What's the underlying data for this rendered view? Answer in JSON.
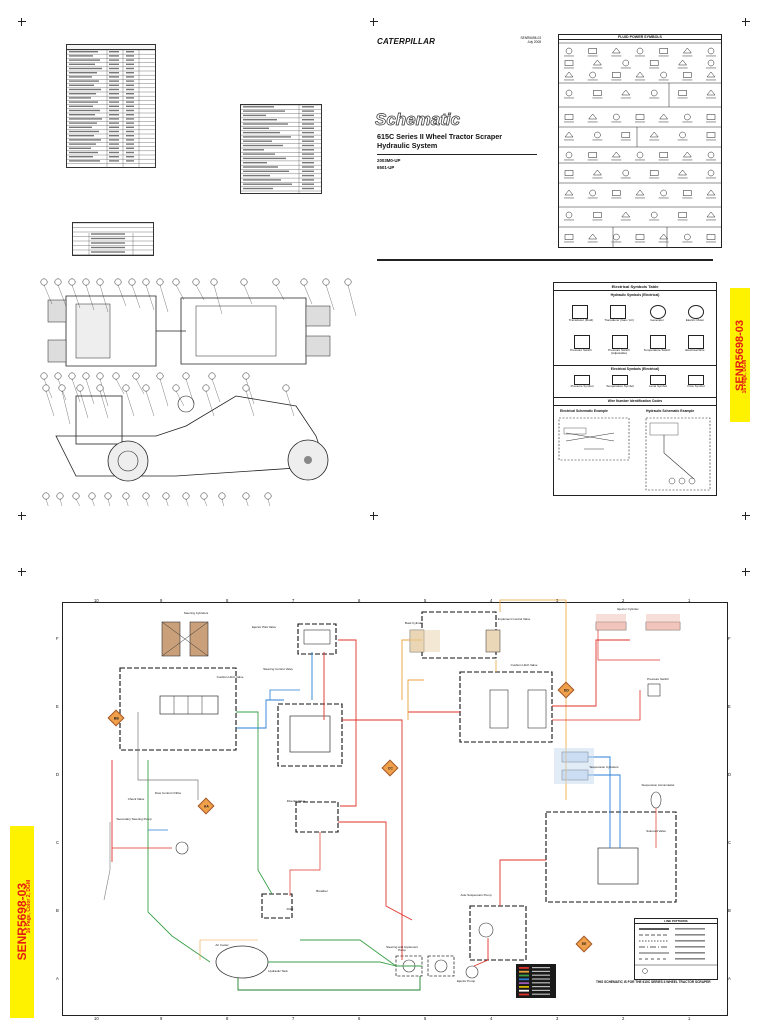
{
  "doc": {
    "doc_id": "SENR5698-03",
    "pages_note": "16 Page, DGM",
    "pages_note_bottom": "16 Page, Color 2, DGM",
    "brand": "CATERPILLAR",
    "schematic_word": "Schematic",
    "model_title_line1": "615C Series II Wheel Tractor Scraper",
    "model_title_line2": "Hydraulic System",
    "serial_line1": "2003M0-UP",
    "serial_line2": "6501-UP",
    "top_right_small": "SENR5698-03\nJuly 2008"
  },
  "fluid_panel": {
    "title": "FLUID POWER SYMBOLS"
  },
  "electrical_panel": {
    "title": "Electrical Symbols Table",
    "hydraulic_electrical": "Hydraulic Symbols (Electrical)",
    "symbols": [
      {
        "label": "Transducer (Fluid)"
      },
      {
        "label": "Transducer (Gas / Air)"
      },
      {
        "label": "Generator"
      },
      {
        "label": "Electric Motor"
      },
      {
        "label": "Pressure Switch"
      },
      {
        "label": "Pressure Switch (Adjustable)"
      },
      {
        "label": "Temperature Switch"
      },
      {
        "label": "Electrical Wire"
      }
    ],
    "electrical_electrical": "Electrical Symbols (Electrical)",
    "switches": [
      {
        "label": "Pressure Symbol"
      },
      {
        "label": "Temperature Symbol"
      },
      {
        "label": "Level Symbol"
      },
      {
        "label": "Flow Symbol"
      }
    ],
    "wire_id": "Wire Number Identification Codes",
    "elec_example": "Electrical Schematic Example",
    "hyd_example": "Hydraulic Schematic Example"
  },
  "grid": {
    "columns": [
      "10",
      "9",
      "8",
      "7",
      "6",
      "5",
      "4",
      "3",
      "2",
      "1"
    ],
    "rows": [
      "F",
      "E",
      "D",
      "C",
      "B",
      "A"
    ]
  },
  "markers": [
    {
      "id": "m-bb",
      "label": "BB"
    },
    {
      "id": "m-aa",
      "label": "AA"
    },
    {
      "id": "m-cc",
      "label": "CC"
    },
    {
      "id": "m-dd",
      "label": "DD"
    },
    {
      "id": "m-ee",
      "label": "EE"
    }
  ],
  "components": [
    {
      "label": "Steering Cylinders"
    },
    {
      "label": "Steering Control Valve"
    },
    {
      "label": "Flow Control Orifice"
    },
    {
      "label": "Check Valve"
    },
    {
      "label": "Secondary Steering Pump"
    },
    {
      "label": "Ejector Pilot Valve"
    },
    {
      "label": "Cushion Hitch Valve"
    },
    {
      "label": "Bowl Cylinder"
    },
    {
      "label": "Implement Control Valve"
    },
    {
      "label": "Pressure Switch"
    },
    {
      "label": "Ejector Cylinder"
    },
    {
      "label": "Suspension Cylinders"
    },
    {
      "label": "Suspension Accumulator"
    },
    {
      "label": "Cushion Hitch Valve"
    },
    {
      "label": "Solenoid Valve"
    },
    {
      "label": "Diverter Valve"
    },
    {
      "label": "Breather"
    },
    {
      "label": "Filter"
    },
    {
      "label": "Hydraulic Tank"
    },
    {
      "label": "Axle Suspension Pump"
    },
    {
      "label": "Steering and Implement Pump"
    },
    {
      "label": "Ejector Pump"
    },
    {
      "label": "Air Cooler"
    }
  ],
  "legend_box": {
    "title": "LINE PATTERNS"
  },
  "bottom_note": "THIS SCHEMATIC IS FOR THE 615C SERIES II WHEEL TRACTOR SCRAPER"
}
